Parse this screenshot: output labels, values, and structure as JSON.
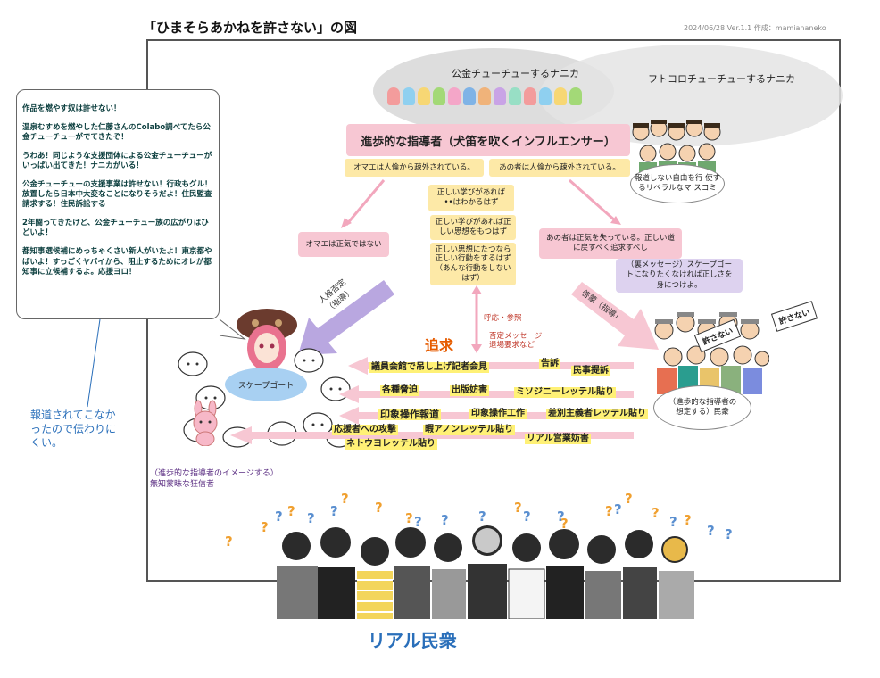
{
  "header": {
    "title": "「ひまそらあかねを許さない」の図",
    "meta": "2024/06/28 Ver.1.1 作成：mamiananeko"
  },
  "top_ellipses": {
    "public": "公金チューチューするナニカ",
    "private": "フトコロチューチューするナニカ"
  },
  "leader": {
    "title": "進歩的な指導者（犬笛を吹くインフルエンサー）",
    "left_sub": "オマエは人倫から疎外されている。",
    "right_sub": "あの者は人倫から疎外されている。"
  },
  "middle_boxes": [
    "正しい学びがあれば\n••はわかるはず",
    "正しい学びがあれば正\nしい思想をもつはず",
    "正しい思想にたつなら\n正しい行動をするはず\n（あんな行動をしない\nはず）"
  ],
  "left_box": "オマエは正気ではない",
  "right_box": "あの者は正気を失っている。正しい道\nに戻すべく追求すべし",
  "right_lav": "（裏メッセージ）スケープゴー\nトになりたくなければ正しさを\n身につけよ。",
  "media_bubble": "報道しない自由を行\n使するリベラルなマ\nスコミ",
  "arrows": {
    "left": "人格否定\n（指導）",
    "right": "啓蒙（指導）"
  },
  "middle_labels": {
    "call": "呼応・参照",
    "deny": "否定メッセージ\n退場要求など",
    "pursuit": "追求"
  },
  "scapegoat": "スケープゴート",
  "masses": "（進歩的な指導者の\n想定する）民衆",
  "signs": [
    "許さない",
    "許さない"
  ],
  "attacks": {
    "row1": [
      "議員会館で吊し上げ記者会見",
      "告訴",
      "民事提訴"
    ],
    "row2": [
      "各種脅迫",
      "出版妨害",
      "ミソジニーレッテル貼り"
    ],
    "row3": [
      "印象操作報道",
      "印象操作工作",
      "差別主義者レッテル貼り"
    ],
    "row4": [
      "応援者への攻撃",
      "暇アノンレッテル貼り",
      "ネトウヨレッテル貼り",
      "リアル営業妨害"
    ]
  },
  "ignorant": "（進歩的な指導者のイメージする）\n無知蒙昧な狂信者",
  "speech": [
    "作品を燃やす奴は許せない！",
    "温泉むすめを燃やした仁藤さんのColabo調べてたら公金チューチューがでてきたぞ！",
    "うわあ！同じような支援団体による公金チューチューがいっぱい出てきた！ナニカがいる！",
    "公金チューチューの支援事業は許せない！行政もグル！放置したら日本中大変なことになりそうだよ！住民監査請求する！住民訴訟する",
    "2年闘ってきたけど、公金チューチュー族の広がりはひどいよ！",
    "都知事選候補にめっちゃくさい新人がいたよ！東京都やばいよ！すっごくヤバイから、阻止するためにオレが都知事に立候補するよ。応援ヨロ！"
  ],
  "blue_note": "報道されてこなか\nったので伝わりに\nくい。",
  "bottom_label": "リアル民衆",
  "colors": {
    "pink": "#f7c7d3",
    "yellow": "#fde9a7",
    "lavender": "#ddd2ef",
    "highlight": "#fff176",
    "accent_orange": "#e65c00",
    "blue": "#2a6fba"
  }
}
